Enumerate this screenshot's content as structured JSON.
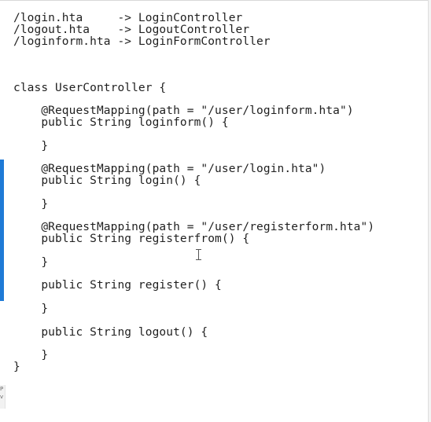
{
  "editor": {
    "lines": [
      "/login.hta     -> LoginController",
      "/logout.hta    -> LogoutController",
      "/loginform.hta -> LoginFormController",
      "",
      "",
      "",
      "class UserController {",
      "",
      "    @RequestMapping(path = \"/user/loginform.hta\")",
      "    public String loginform() {",
      "",
      "    }",
      "",
      "    @RequestMapping(path = \"/user/login.hta\")",
      "    public String login() {",
      "",
      "    }",
      "",
      "    @RequestMapping(path = \"/user/registerform.hta\")",
      "    public String registerfrom() {",
      "",
      "    }",
      "",
      "    public String register() {",
      "",
      "    }",
      "",
      "    public String logout() {",
      "",
      "    }",
      "}"
    ],
    "text_color": "#1f1f1f",
    "background_color": "#ffffff"
  },
  "chrome": {
    "left_accent_color": "#1e7ad6",
    "left_strip_glyphs": [
      "P",
      "v"
    ]
  }
}
